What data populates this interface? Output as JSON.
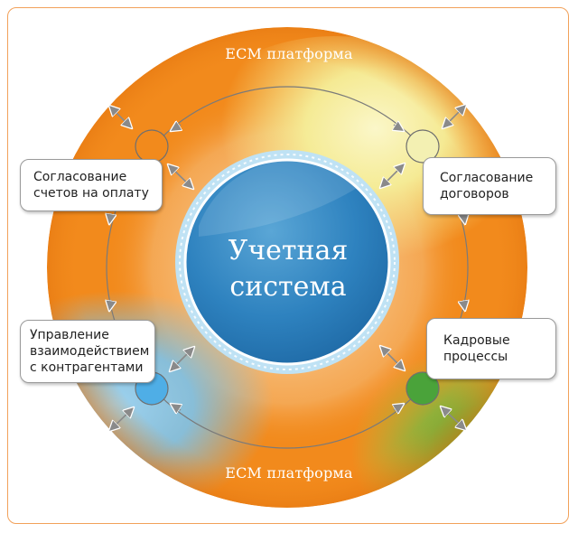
{
  "platform_label_top": "ECM платформа",
  "platform_label_bottom": "ECM платформа",
  "center": {
    "line1": "Учетная",
    "line2": "система"
  },
  "nodes": {
    "top_left": {
      "lines": [
        "Согласование",
        "счетов на оплату"
      ],
      "color": "#f28a1c"
    },
    "top_right": {
      "lines": [
        "Согласование",
        "договоров"
      ],
      "color": "#f3f0b2"
    },
    "bottom_left": {
      "lines": [
        "Управление",
        "взаимодействием",
        "с контрагентами"
      ],
      "color": "#4faee6"
    },
    "bottom_right": {
      "lines": [
        "Кадровые",
        "процессы"
      ],
      "color": "#4aa33a"
    }
  },
  "colors": {
    "orange": "#f28a1c",
    "yellow": "#f4ef9a",
    "blue": "#6bbde9",
    "green": "#6bb43c",
    "center_blue": "#2a7fbd"
  }
}
